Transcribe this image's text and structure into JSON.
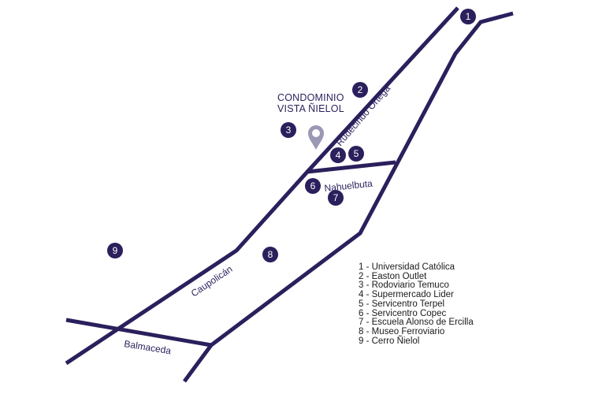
{
  "place_title": {
    "line1": "CONDOMINIO",
    "line2": "VISTA ÑIELOL"
  },
  "pin_icon": "map-pin-icon",
  "colors": {
    "road": "#2b1f5c",
    "marker": "#2b1f5c",
    "marker_text": "#ffffff",
    "pin": "#9a98b5",
    "legend_text": "#1a1a1a"
  },
  "streets": {
    "rudecindo_ortega": "Rudecindo Ortega",
    "nahuelbuta": "Nahuelbuta",
    "caupolican": "Caupolicán",
    "balmaceda": "Balmaceda"
  },
  "markers": [
    "1",
    "2",
    "3",
    "4",
    "5",
    "6",
    "7",
    "8",
    "9"
  ],
  "legend": [
    "1 - Universidad Católica",
    "2 - Easton Outlet",
    "3 - Rodoviario Temuco",
    "4 - Supermercado Lider",
    "5 - Servicentro Terpel",
    "6 - Servicentro Copec",
    "7 - Escuela Alonso de Ercilla",
    "8 - Museo Ferroviario",
    "9 - Cerro Ñielol"
  ]
}
